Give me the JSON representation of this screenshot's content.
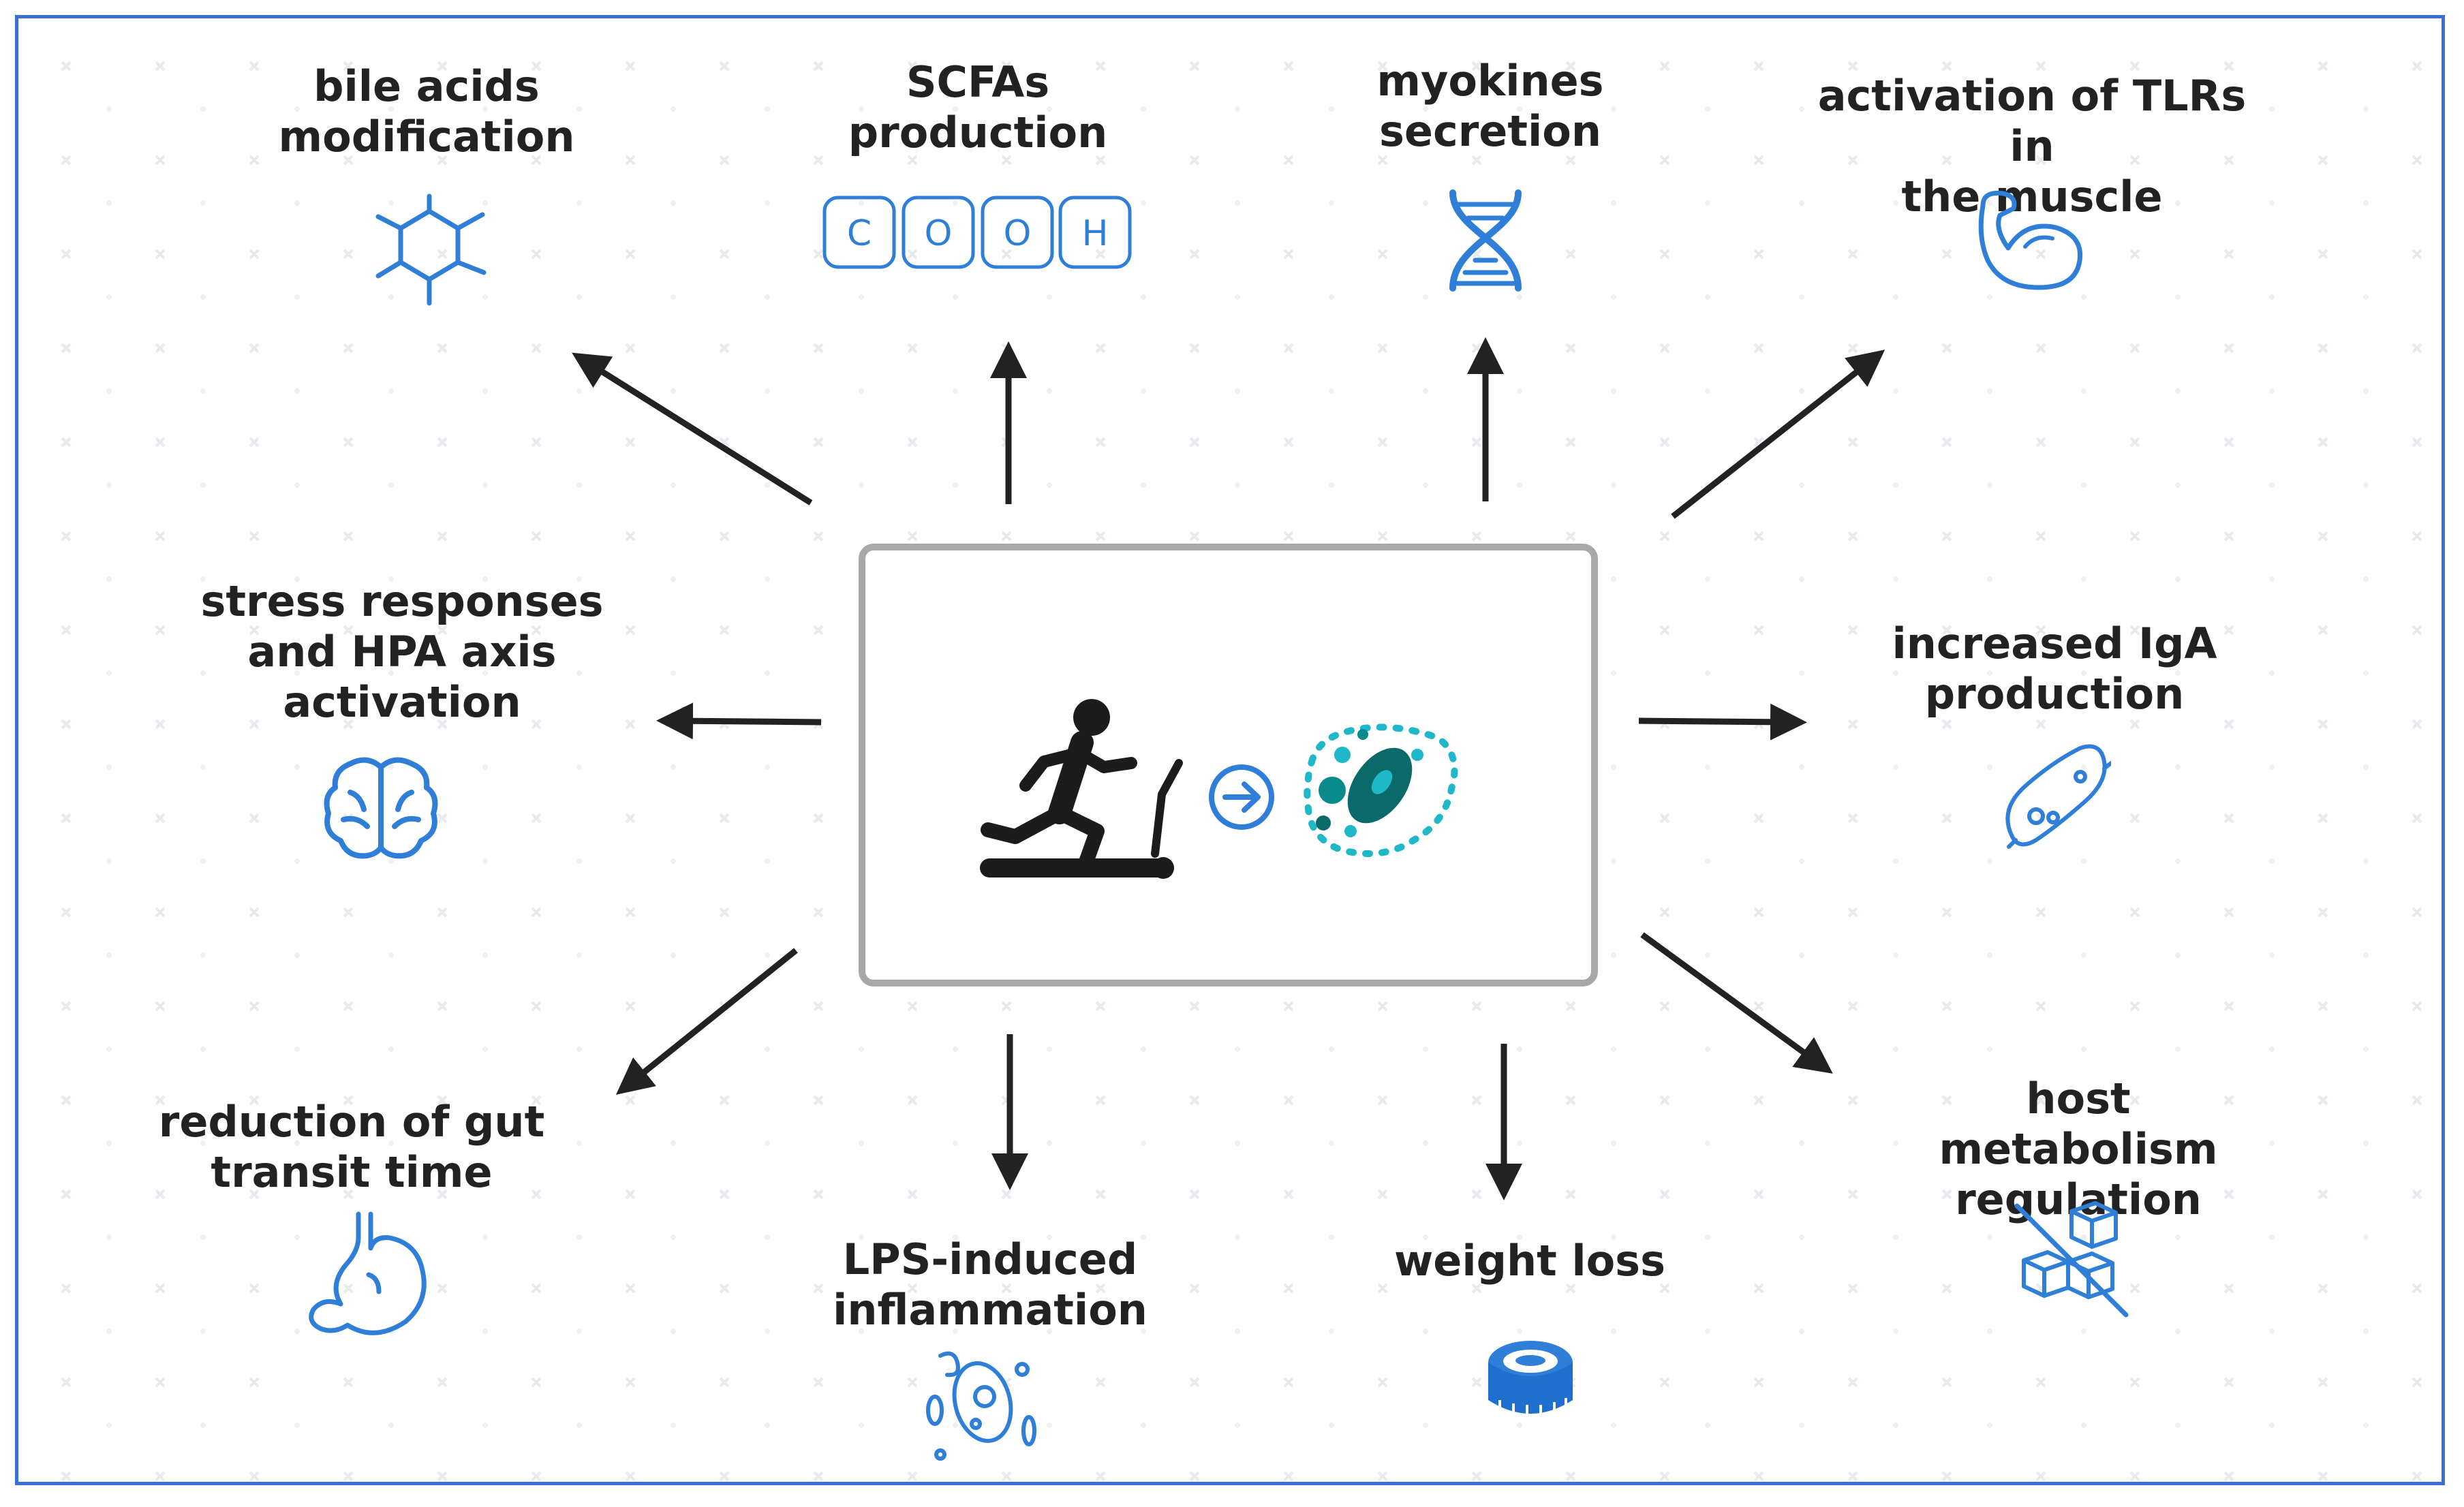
{
  "center": {
    "icons": [
      "treadmill-runner-icon",
      "arrow-right-circle-icon",
      "gut-microbiota-icon"
    ]
  },
  "nodes": [
    {
      "id": "bile",
      "text": "bile acids\nmodification",
      "icon": "molecule-icon"
    },
    {
      "id": "scfa",
      "text": "SCFAs\nproduction",
      "icon": "cooh-icon",
      "icon_letters": [
        "C",
        "O",
        "O",
        "H"
      ]
    },
    {
      "id": "myokines",
      "text": "myokines\nsecretion",
      "icon": "dna-icon"
    },
    {
      "id": "tlr",
      "text": "activation of TLRs in\nthe muscle",
      "icon": "muscle-arm-icon"
    },
    {
      "id": "stress",
      "text": "stress responses\nand HPA axis\nactivation",
      "icon": "brain-icon"
    },
    {
      "id": "iga",
      "text": "increased IgA\nproduction",
      "icon": "microbe-icon"
    },
    {
      "id": "transit",
      "text": "reduction of gut\ntransit time",
      "icon": "stomach-icon"
    },
    {
      "id": "lps",
      "text": "LPS-induced\ninflammation",
      "icon": "bacteria-cell-icon"
    },
    {
      "id": "weight",
      "text": "weight loss",
      "icon": "measuring-tape-icon"
    },
    {
      "id": "metabolism",
      "text": "host metabolism\nregulation",
      "icon": "sugar-cubes-icon"
    }
  ],
  "colors": {
    "icon_blue": "#2f7fd8",
    "dark_blue": "#1f6fcf",
    "teal": "#0a6a6a",
    "cyan": "#1fb8c8",
    "frame": "#3b6fd6",
    "box_border": "#a8a8a8",
    "arrow": "#222222"
  }
}
